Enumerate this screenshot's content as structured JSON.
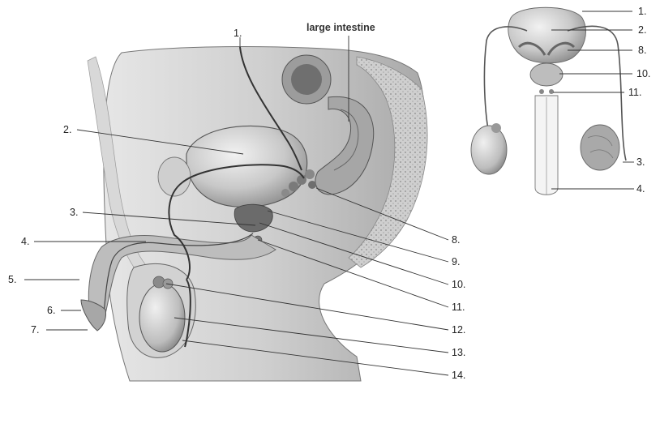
{
  "callouts": {
    "large_intestine": "large intestine",
    "main": [
      {
        "id": "1",
        "text": "1."
      },
      {
        "id": "2",
        "text": "2."
      },
      {
        "id": "3",
        "text": "3."
      },
      {
        "id": "4",
        "text": "4."
      },
      {
        "id": "5",
        "text": "5."
      },
      {
        "id": "6",
        "text": "6."
      },
      {
        "id": "7",
        "text": "7."
      },
      {
        "id": "8",
        "text": "8."
      },
      {
        "id": "9",
        "text": "9."
      },
      {
        "id": "10",
        "text": "10."
      },
      {
        "id": "11",
        "text": "11."
      },
      {
        "id": "12",
        "text": "12."
      },
      {
        "id": "13",
        "text": "13."
      },
      {
        "id": "14",
        "text": "14."
      }
    ],
    "inset": [
      {
        "id": "1",
        "text": "1."
      },
      {
        "id": "2",
        "text": "2."
      },
      {
        "id": "8",
        "text": "8."
      },
      {
        "id": "10",
        "text": "10."
      },
      {
        "id": "11",
        "text": "11."
      },
      {
        "id": "3",
        "text": "3."
      },
      {
        "id": "4",
        "text": "4."
      }
    ]
  },
  "colors": {
    "ink": "#333333",
    "tissue_dark": "#8a8a8a",
    "tissue_mid": "#b9b9b9",
    "tissue_light": "#dcdcdc"
  }
}
